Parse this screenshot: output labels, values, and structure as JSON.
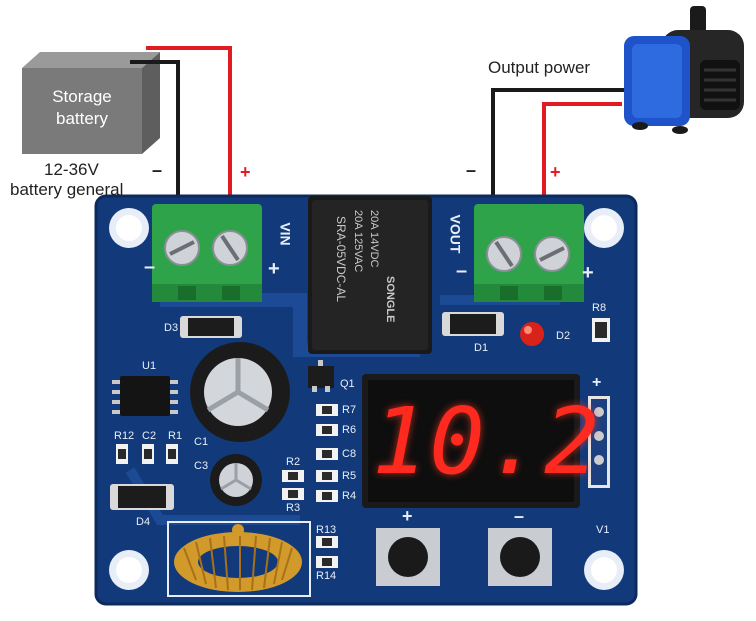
{
  "battery": {
    "label_line1": "Storage",
    "label_line2": "battery",
    "voltage_line1": "12-36V",
    "voltage_line2": "battery general"
  },
  "output": {
    "label": "Output power"
  },
  "input_wires": {
    "minus": "–",
    "plus": "+"
  },
  "output_wires": {
    "minus": "–",
    "plus": "+"
  },
  "board": {
    "vin_label": "VIN",
    "vout_label": "VOUT",
    "vin_minus": "–",
    "vin_plus": "+",
    "vout_minus": "–",
    "vout_plus": "+",
    "relay_line1": "20A 14VDC",
    "relay_line2": "20A 125VAC",
    "relay_brand": "SONGLE",
    "relay_model": "SRA-05VDC-AL",
    "display_value": "10.2",
    "header_plus": "+",
    "button_plus": "+",
    "button_minus": "–",
    "refs": {
      "d3": "D3",
      "d1": "D1",
      "d2": "D2",
      "r8": "R8",
      "u1": "U1",
      "q1": "Q1",
      "r7": "R7",
      "r6": "R6",
      "c8": "C8",
      "r5": "R5",
      "r4": "R4",
      "r12": "R12",
      "c2": "C2",
      "r1": "R1",
      "c1": "C1",
      "c3": "C3",
      "r2": "R2",
      "r3": "R3",
      "d4": "D4",
      "r13": "R13",
      "r14": "R14",
      "v1": "V1"
    }
  },
  "colors": {
    "pcb": "#123a7a",
    "wire_red": "#e21b23",
    "wire_black": "#1a1a1a",
    "terminal_green": "#2fa34a",
    "pump_blue": "#1f53c9",
    "digit_red": "#ff2a1f"
  }
}
